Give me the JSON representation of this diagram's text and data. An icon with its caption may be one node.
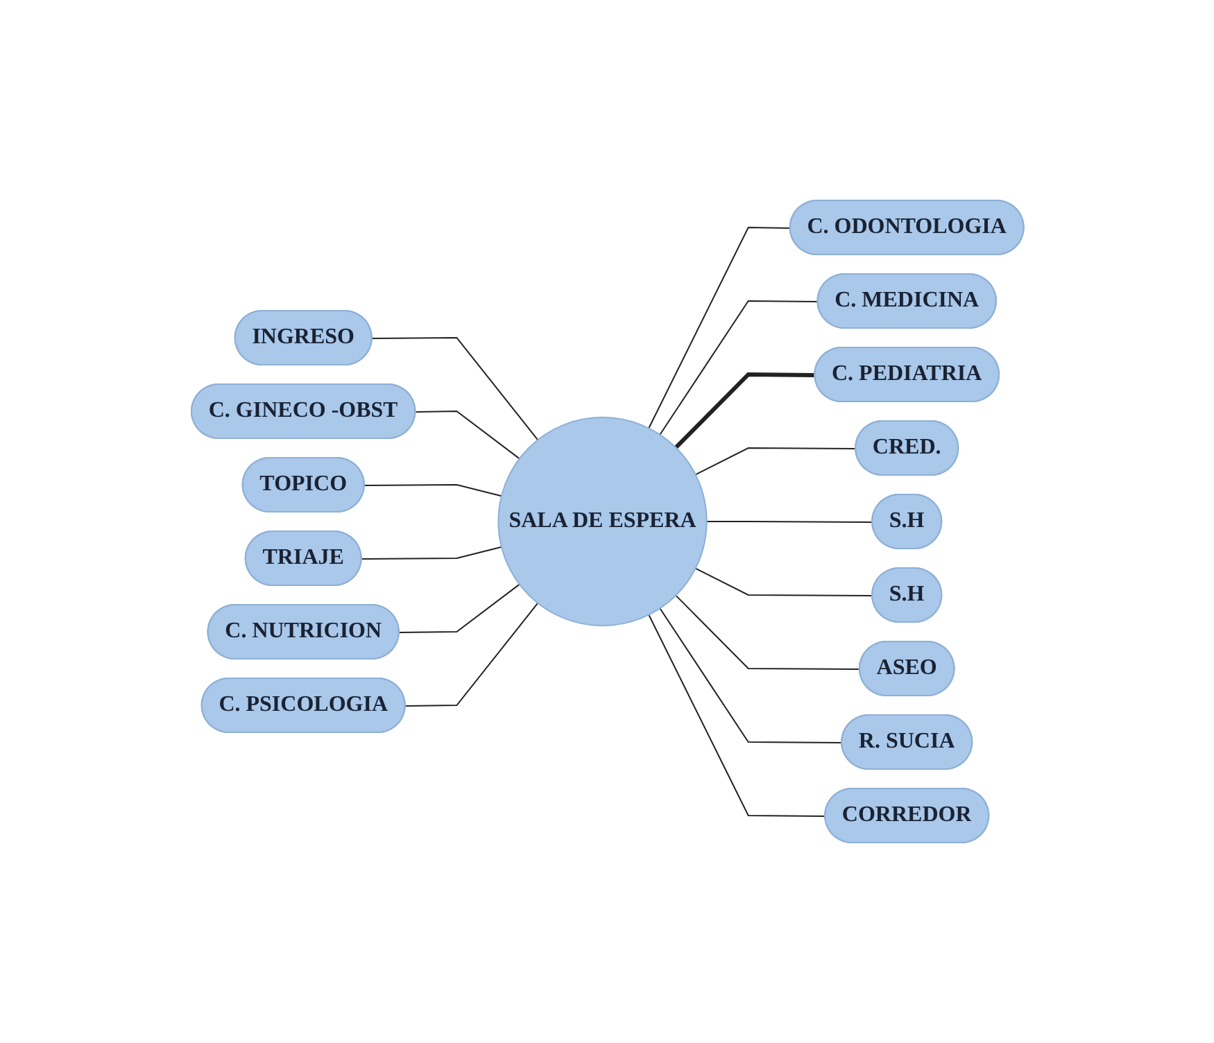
{
  "diagram": {
    "nodes": [
      {
        "text": [
          "INGRESO"
        ]
      },
      {
        "text": [
          "C. GINECO -OBST"
        ]
      },
      {
        "text": [
          "C. ODONTOLOGIA"
        ]
      },
      {
        "text": [
          "TOPICO"
        ]
      },
      {
        "text": [
          "C. MEDICINA"
        ]
      },
      {
        "text": [
          "TRIAJE"
        ]
      },
      {
        "text": [
          "SALA DE ESPERA"
        ]
      },
      {
        "text": [
          "C. PEDIATRIA"
        ]
      },
      {
        "text": [
          "C. NUTRICION"
        ]
      },
      {
        "text": [
          "CRED."
        ]
      },
      {
        "text": [
          "C. PSICOLOGIA"
        ]
      },
      {
        "text": [
          "S.H"
        ]
      },
      {
        "text": [
          "S.H"
        ]
      },
      {
        "text": [
          "ASEO"
        ]
      },
      {
        "text": [
          "R. SUCIA"
        ]
      },
      {
        "text": [
          "CORREDOR"
        ]
      }
    ],
    "edges": [
      {
        "from": 0,
        "to": 6,
        "arrow": "none"
      },
      {
        "from": 1,
        "to": 6,
        "arrow": "none"
      },
      {
        "from": 3,
        "to": 6,
        "arrow": "none"
      },
      {
        "from": 5,
        "to": 6,
        "arrow": "none"
      },
      {
        "from": 8,
        "to": 6,
        "arrow": "none"
      },
      {
        "from": 10,
        "to": 6,
        "arrow": "none"
      },
      {
        "from": 6,
        "to": 2,
        "arrow": "none"
      },
      {
        "from": 6,
        "to": 4,
        "arrow": "none"
      },
      {
        "from": 6,
        "to": 7,
        "arrow": "none",
        "style": "thick"
      },
      {
        "from": 6,
        "to": 9,
        "arrow": "none"
      },
      {
        "from": 6,
        "to": 11,
        "arrow": "none"
      },
      {
        "from": 6,
        "to": 12,
        "arrow": "none"
      },
      {
        "from": 6,
        "to": 13,
        "arrow": "none"
      },
      {
        "from": 6,
        "to": 14,
        "arrow": "none"
      },
      {
        "from": 6,
        "to": 15,
        "arrow": "none"
      }
    ]
  }
}
